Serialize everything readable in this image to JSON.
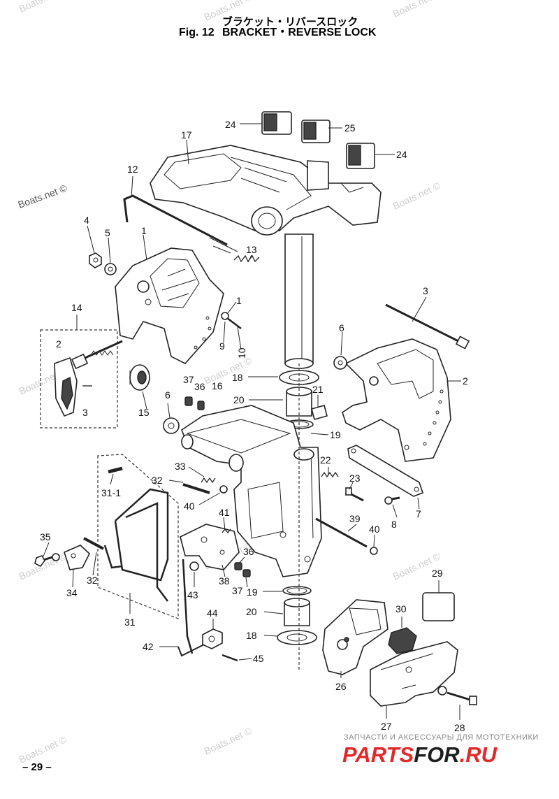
{
  "header": {
    "title_jp": "ブラケット・リバースロック",
    "fig_label": "Fig. 12",
    "title_en": "BRACKET・REVERSE LOCK"
  },
  "page_number": "– 29 –",
  "watermark": "Boats.net ©",
  "ad": {
    "tagline": "ЗАПЧАСТИ И АКСЕССУАРЫ ДЛЯ МОТОТЕХНИКИ",
    "logo_main": "PARTS",
    "logo_mid": "FOR",
    "logo_end": ".RU"
  },
  "callouts": [
    "24",
    "25",
    "24",
    "17",
    "12",
    "4",
    "5",
    "1",
    "13",
    "1",
    "3",
    "14",
    "2",
    "3",
    "9",
    "10",
    "6",
    "2",
    "18",
    "21",
    "37",
    "36",
    "16",
    "20",
    "15",
    "6",
    "19",
    "33",
    "22",
    "32",
    "31-1",
    "23",
    "40",
    "39",
    "40",
    "8",
    "7",
    "41",
    "35",
    "36",
    "34",
    "32",
    "38",
    "37",
    "19",
    "43",
    "29",
    "20",
    "30",
    "31",
    "44",
    "18",
    "42",
    "45",
    "26",
    "27",
    "28"
  ],
  "icons": [
    "bracket-part-icon",
    "bolt-icon",
    "spring-icon",
    "washer-icon",
    "bushing-icon"
  ]
}
